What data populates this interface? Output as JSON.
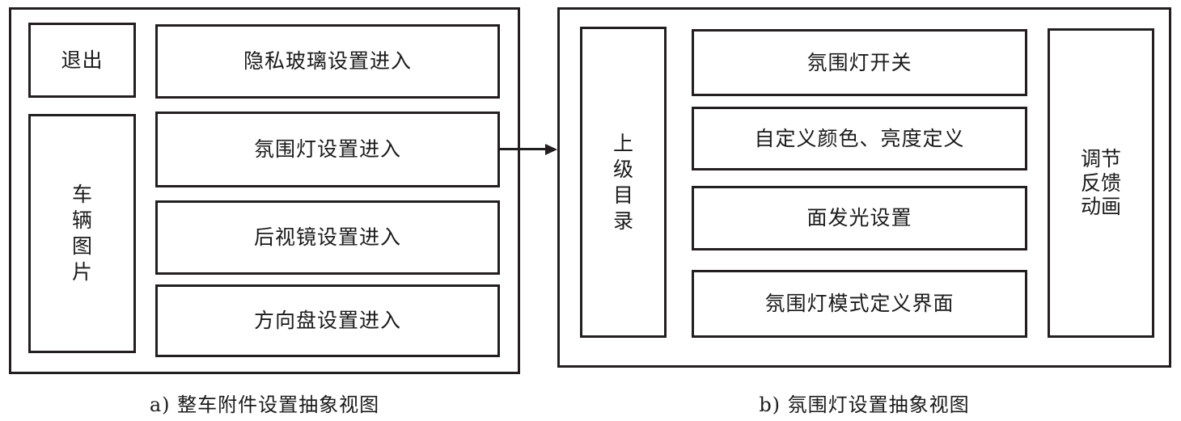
{
  "figure": {
    "left_panel": {
      "name": "整车附件设置抽象视图",
      "exit_button": "退出",
      "vehicle_image": "车辆图片",
      "menu_items": [
        "隐私玻璃设置进入",
        "氛围灯设置进入",
        "后视镜设置进入",
        "方向盘设置进入"
      ]
    },
    "right_panel": {
      "name": "氛围灯设置抽象视图",
      "parent_menu": "上级目录",
      "feedback_animation": "调节反馈动画",
      "menu_items": [
        "氛围灯开关",
        "自定义颜色、亮度定义",
        "面发光设置",
        "氛围灯模式定义界面"
      ]
    },
    "connector": {
      "from": "氛围灯设置进入",
      "to": "上级目录",
      "icon": "arrow-right-icon"
    },
    "captions": {
      "left": "a) 整车附件设置抽象视图",
      "right": "b) 氛围灯设置抽象视图"
    },
    "colors": {
      "stroke": "#231f20",
      "background": "#ffffff",
      "text": "#1a1a1a"
    }
  }
}
